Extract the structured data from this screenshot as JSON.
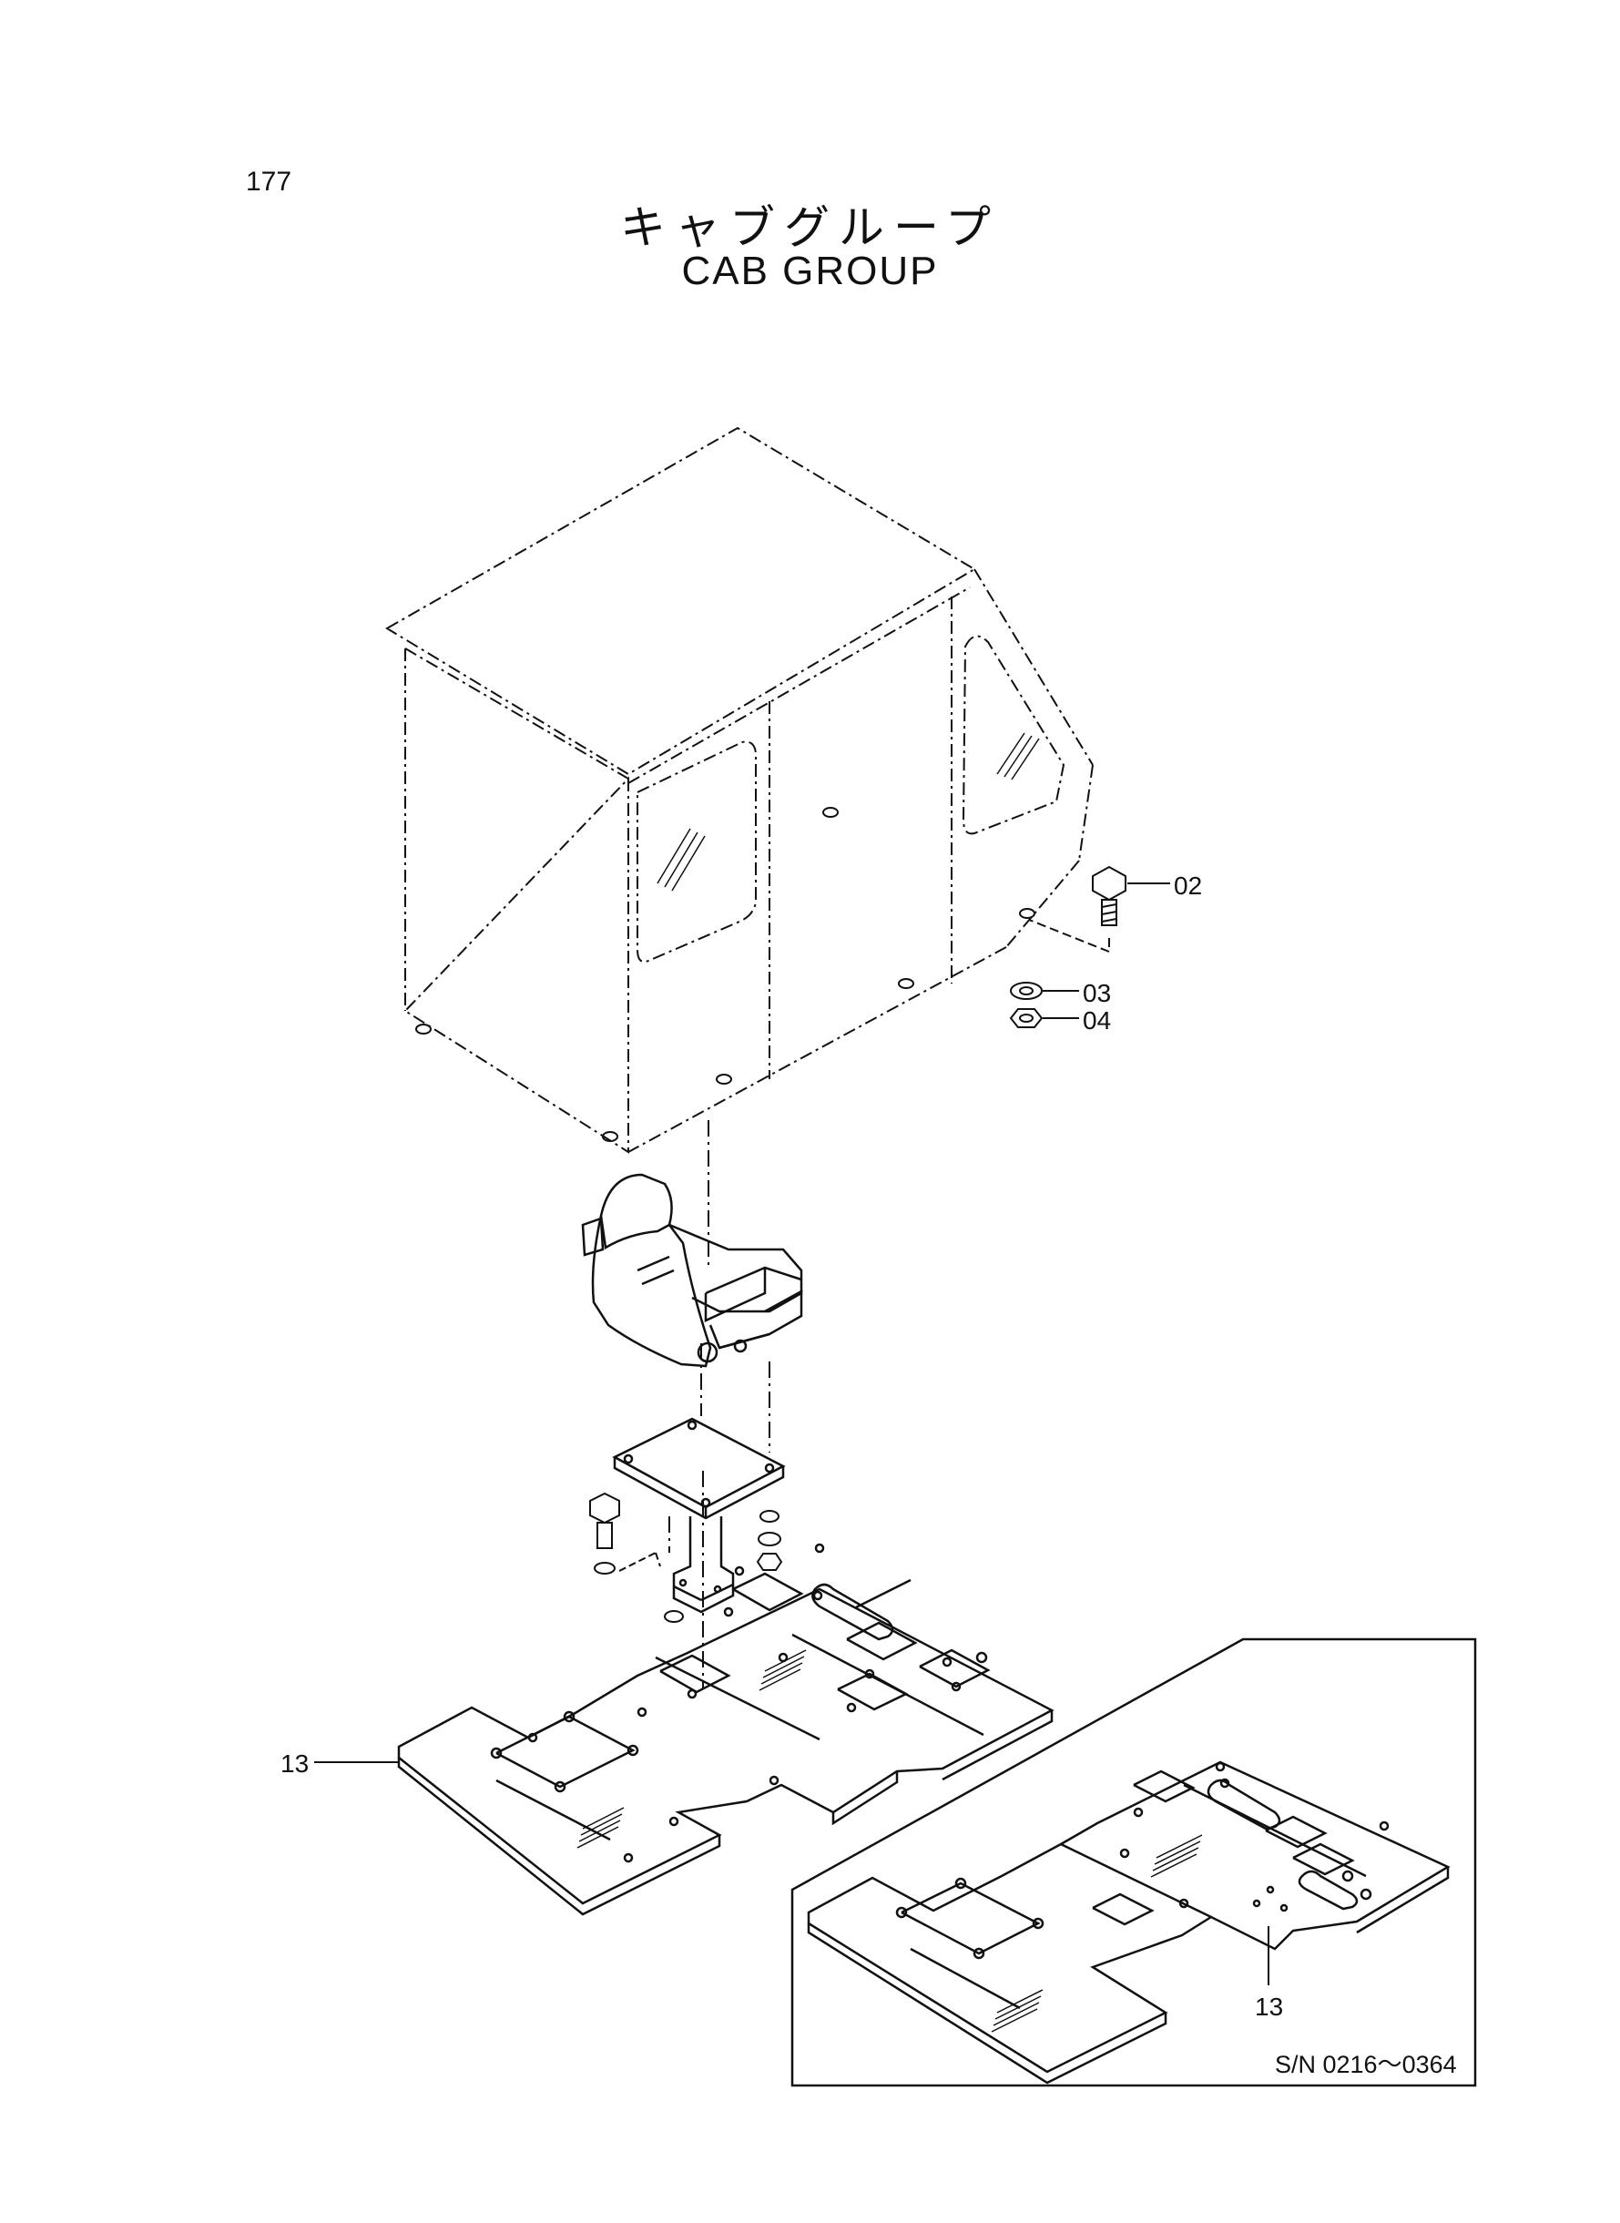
{
  "page_number": "177",
  "title_japanese": "キャブグループ",
  "title_english": "CAB GROUP",
  "callouts": {
    "bolt": "02",
    "washer": "03",
    "nut": "04",
    "floor_plate": "13",
    "floor_plate_inset": "13"
  },
  "inset_serial": "S/N 0216〜0364"
}
